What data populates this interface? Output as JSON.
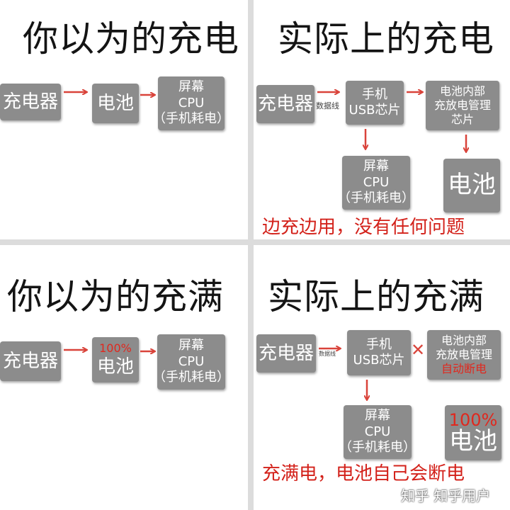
{
  "panels": {
    "top_left": {
      "title": "你以为的充电",
      "charger": "充电器",
      "battery": "电池",
      "load": [
        "屏幕",
        "CPU",
        "（手机耗电）"
      ]
    },
    "top_right": {
      "title": "实际上的充电",
      "charger": "充电器",
      "cable_label": "数据线",
      "chip": [
        "手机",
        "USB芯片"
      ],
      "pm_chip": [
        "电池内部",
        "充放电管理",
        "芯片"
      ],
      "load": [
        "屏幕",
        "CPU",
        "（手机耗电）"
      ],
      "battery": "电池",
      "caption": "边充边用，没有任何问题"
    },
    "bottom_left": {
      "title": "你以为的充满",
      "charger": "充电器",
      "battery_level": "100%",
      "battery": "电池",
      "load": [
        "屏幕",
        "CPU",
        "（手机耗电）"
      ]
    },
    "bottom_right": {
      "title": "实际上的充满",
      "charger": "充电器",
      "cable_label": "数据线",
      "chip": [
        "手机",
        "USB芯片"
      ],
      "blocked_mark": "✕",
      "pm_chip": [
        "电池内部",
        "充放电管理"
      ],
      "pm_status": "自动断电",
      "load": [
        "屏幕",
        "CPU",
        "（手机耗电）"
      ],
      "battery_level": "100%",
      "battery": "电池",
      "caption": "充满电，电池自己会断电"
    }
  },
  "watermark": "知乎 知乎用户",
  "colors": {
    "box": "#8c8c8c",
    "arrow": "#d9433a",
    "caption": "#d3211a",
    "separator": "#dcdcdc"
  }
}
